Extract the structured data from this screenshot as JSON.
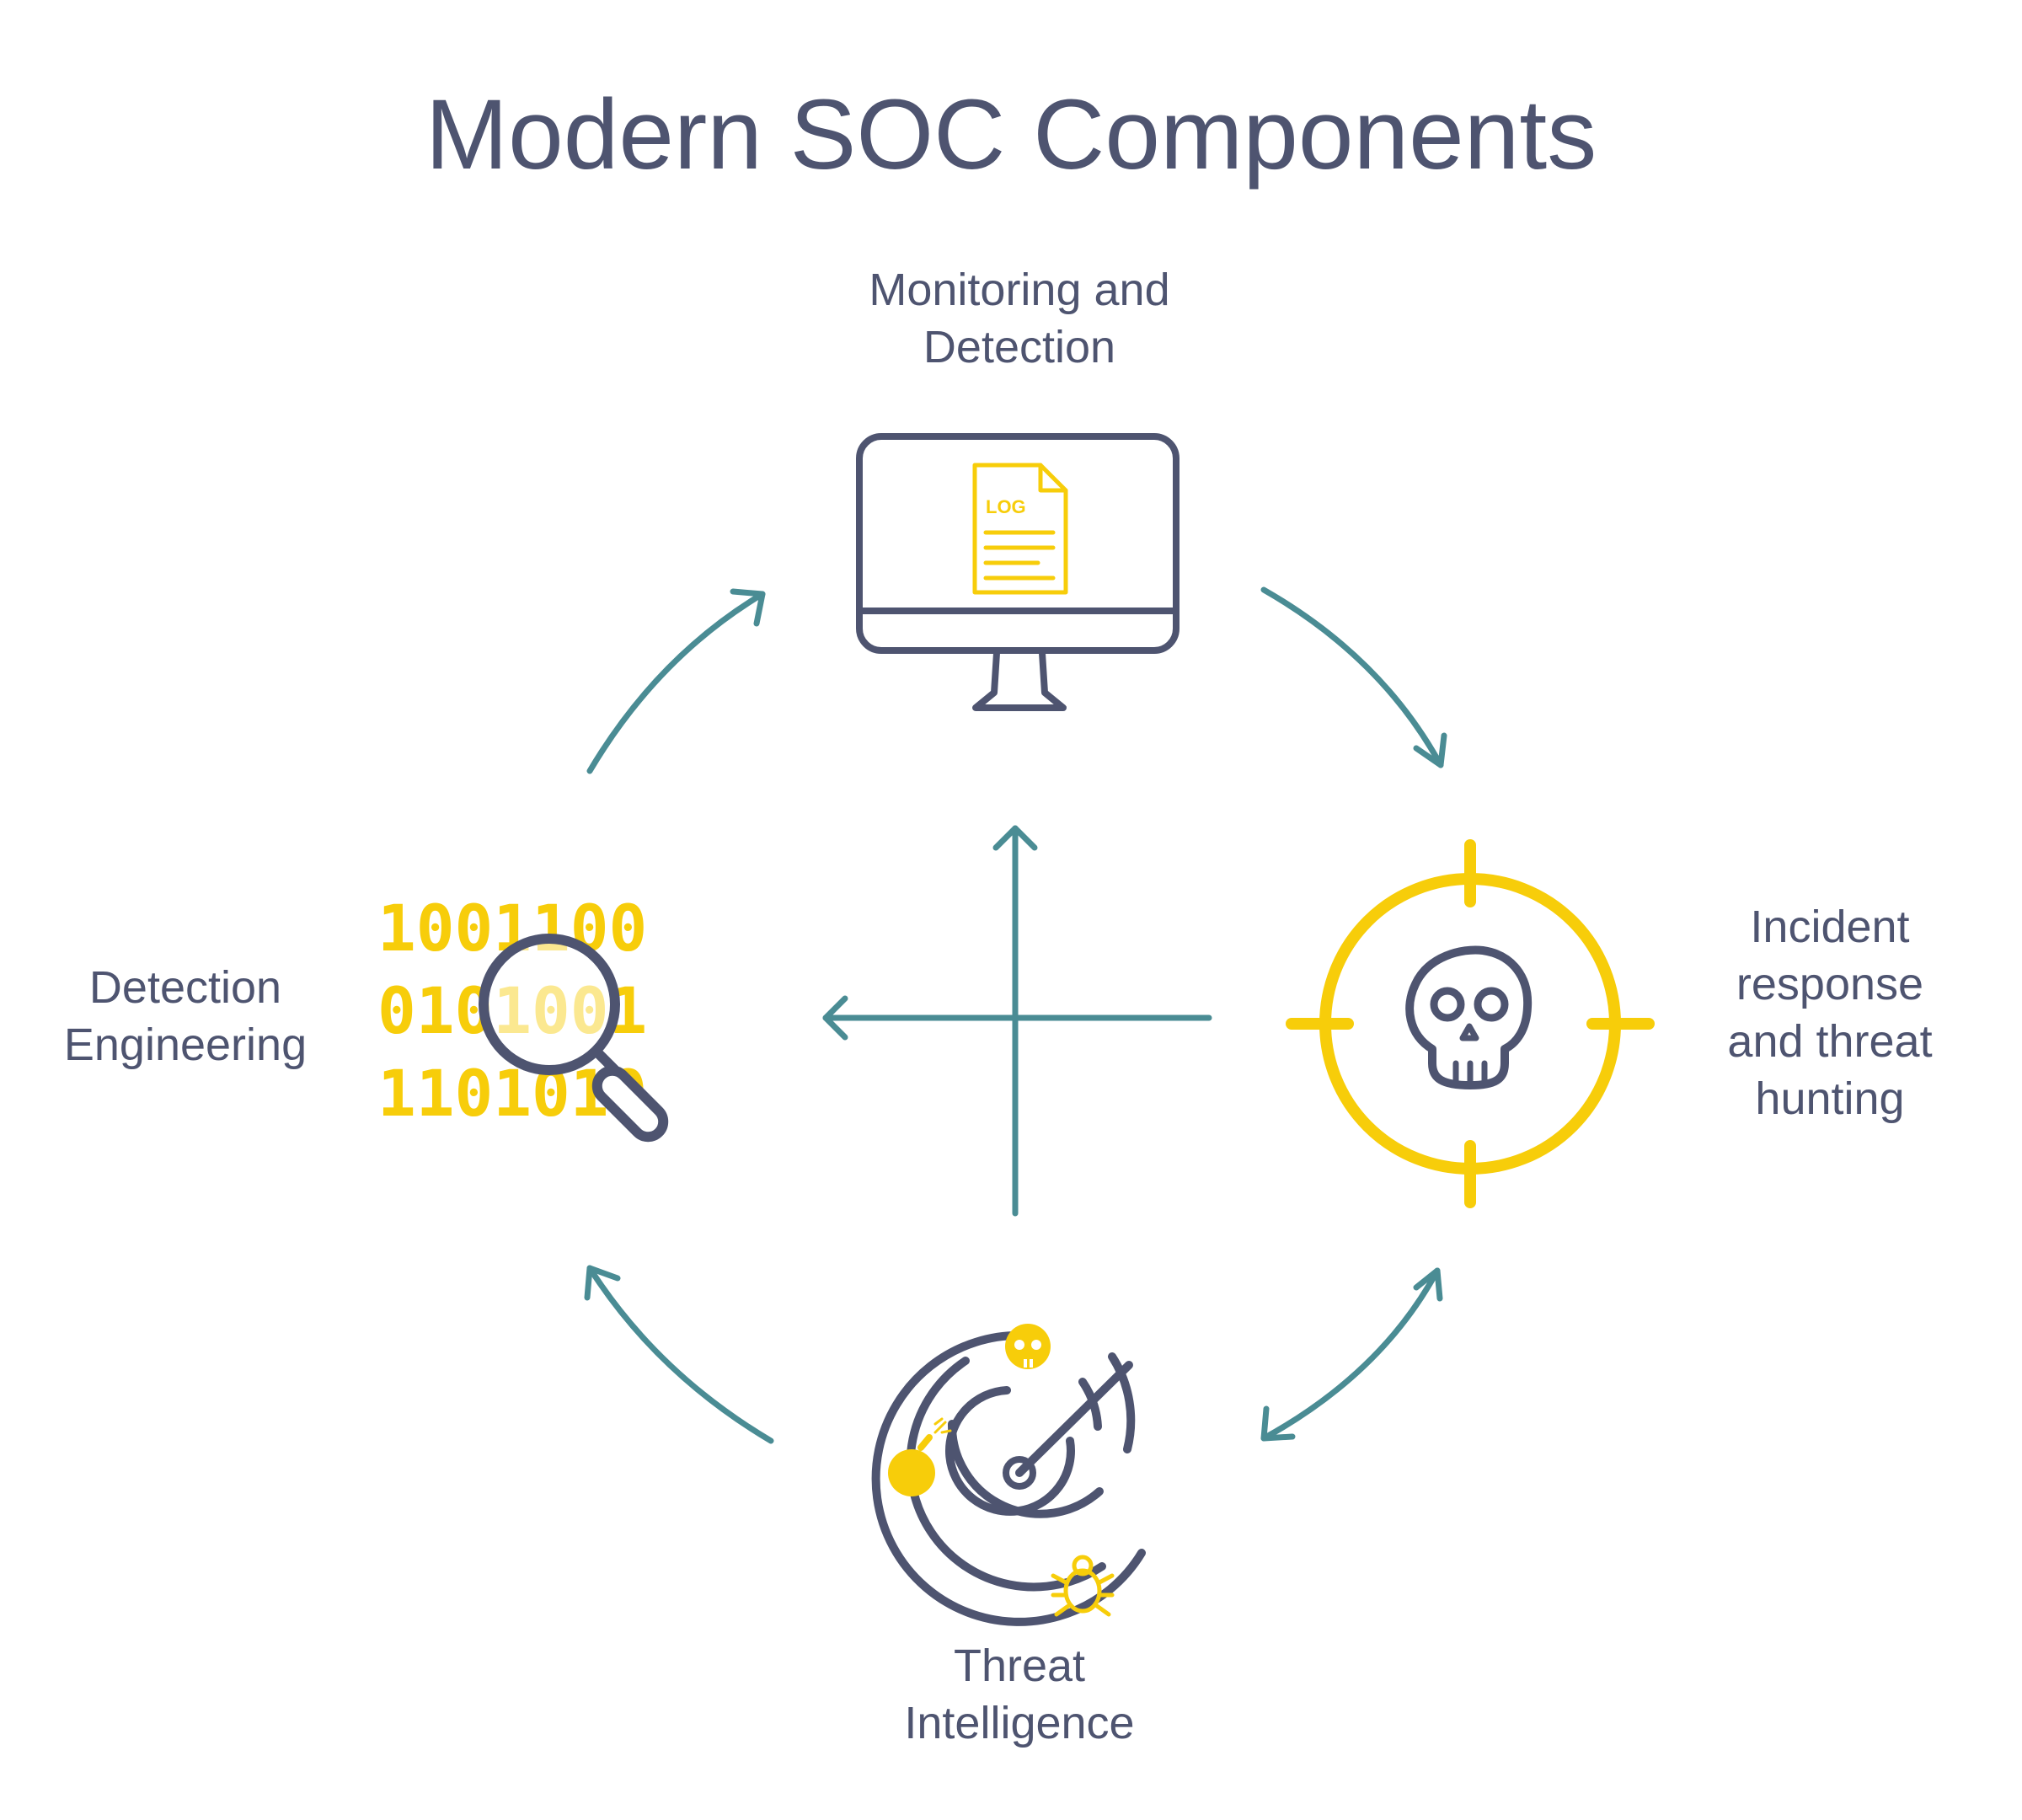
{
  "title": "Modern SOC Components",
  "components": {
    "monitoring": {
      "line1": "Monitoring and",
      "line2": "Detection",
      "log_label": "LOG"
    },
    "incident": {
      "line1": "Incident",
      "line2": "response",
      "line3": "and threat",
      "line4": "hunting"
    },
    "threat_intel": {
      "line1": "Threat",
      "line2": "Intelligence"
    },
    "detection_engineering": {
      "line1": "Detection",
      "line2": "Engineering",
      "binary": [
        "1001100",
        "0101001",
        "1101010"
      ]
    }
  },
  "colors": {
    "navy": "#4e5470",
    "yellow": "#f7cd0a",
    "teal": "#4a8c94",
    "background": "#ffffff"
  }
}
